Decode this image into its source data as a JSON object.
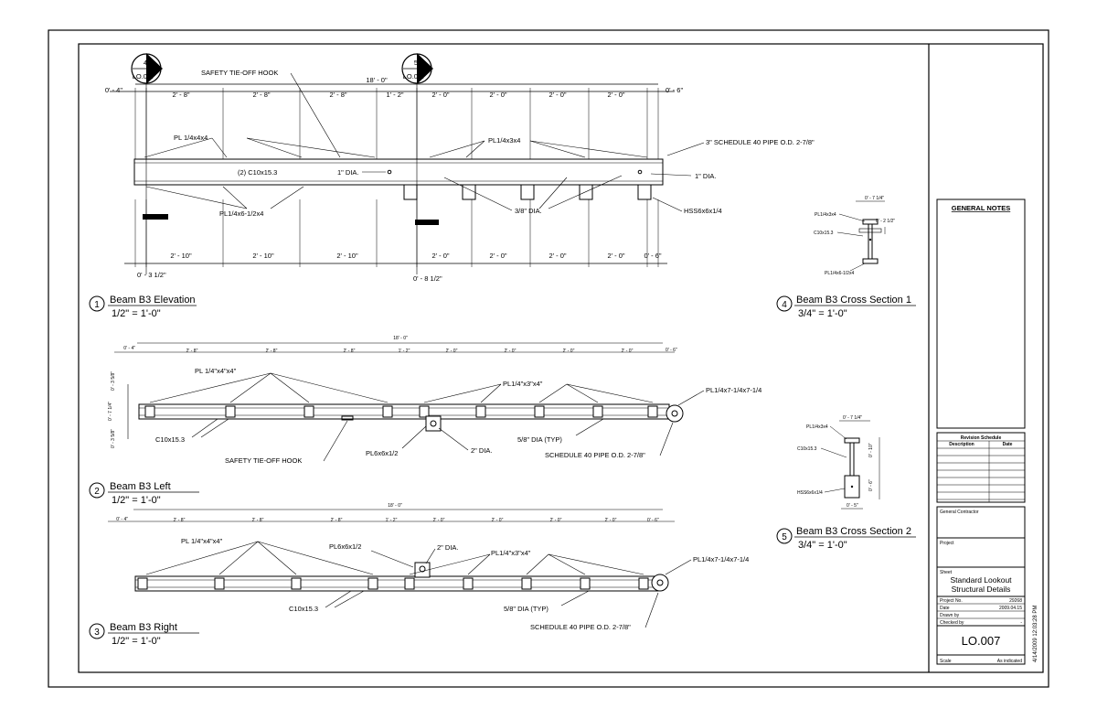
{
  "views": {
    "elevation": {
      "num": "1",
      "title": "Beam B3 Elevation",
      "scale": "1/2\" = 1'-0\""
    },
    "left": {
      "num": "2",
      "title": "Beam B3 Left",
      "scale": "1/2\" = 1'-0\""
    },
    "right": {
      "num": "3",
      "title": "Beam B3 Right",
      "scale": "1/2\" = 1'-0\""
    },
    "section1": {
      "num": "4",
      "title": "Beam B3 Cross Section 1",
      "scale": "3/4\" = 1'-0\""
    },
    "section2": {
      "num": "5",
      "title": "Beam B3 Cross Section 2",
      "scale": "3/4\" = 1'-0\""
    }
  },
  "section_markers": [
    {
      "num": "4",
      "sheet": "LO.007"
    },
    {
      "num": "5",
      "sheet": "LO.007"
    }
  ],
  "elevation": {
    "total": "18' - 0\"",
    "left_end": "0' - 4\"",
    "right_end": "0' - 6\"",
    "top_dims": [
      "2' - 8\"",
      "2' - 8\"",
      "2' - 8\"",
      "1' - 2\"",
      "2' - 0\"",
      "2' - 0\"",
      "2' - 0\"",
      "2' - 0\""
    ],
    "bottom_dims": [
      "2' - 10\"",
      "2' - 10\"",
      "2' - 10\"",
      "2' - 0\"",
      "2' - 0\"",
      "2' - 0\"",
      "2' - 0\"",
      "0' - 6\""
    ],
    "bottom_left": "0' - 3 1/2\"",
    "bottom_mid": "0' - 8 1/2\"",
    "labels": {
      "hook": "SAFETY TIE-OFF HOOK",
      "pl4x4": "PL 1/4x4x4",
      "pl3x4": "PL1/4x3x4",
      "pipe": "3\" SCHEDULE 40  PIPE O.D. 2-7/8\"",
      "channel": "(2) C10x15.3",
      "dia1": "1\" DIA.",
      "dia2": "1\" DIA.",
      "pl6": "PL1/4x6-1/2x4",
      "dia38": "3/8\" DIA.",
      "hss": "HSS6x6x1/4"
    }
  },
  "left": {
    "total": "18' - 0\"",
    "left_end": "0' - 4\"",
    "right_end": "0' - 6\"",
    "top_dims": [
      "2' - 8\"",
      "2' - 8\"",
      "2' - 8\"",
      "1' - 2\"",
      "2' - 0\"",
      "2' - 0\"",
      "2' - 0\"",
      "2' - 0\""
    ],
    "side_dims": [
      "0' - 3 5/8\"",
      "0' - 7 1/4\"",
      "0' - 3 5/8\""
    ],
    "labels": {
      "pl4x4": "PL 1/4\"x4\"x4\"",
      "pl3x4": "PL1/4\"x3\"x4\"",
      "end_pl": "PL1/4x7-1/4x7-1/4",
      "channel": "C10x15.3",
      "hook": "SAFETY TIE-OFF HOOK",
      "pl6": "PL6x6x1/2",
      "dia2": "2\" DIA.",
      "dia58": "5/8\" DIA (TYP)",
      "pipe": "SCHEDULE 40 PIPE O.D. 2-7/8\""
    }
  },
  "right": {
    "total": "18' - 0\"",
    "left_end": "0' - 4\"",
    "right_end": "0' - 6\"",
    "top_dims": [
      "2' - 8\"",
      "2' - 8\"",
      "2' - 8\"",
      "1' - 2\"",
      "2' - 0\"",
      "2' - 0\"",
      "2' - 0\"",
      "2' - 0\""
    ],
    "labels": {
      "pl4x4": "PL 1/4\"x4\"x4\"",
      "pl6": "PL6x6x1/2",
      "dia2": "2\" DIA.",
      "pl3x4": "PL1/4\"x3\"x4\"",
      "end_pl": "PL1/4x7-1/4x7-1/4",
      "channel": "C10x15.3",
      "dia58": "5/8\" DIA (TYP)",
      "pipe": "SCHEDULE 40 PIPE O.D. 2-7/8\""
    }
  },
  "section1": {
    "top": "0' - 7 1/4\"",
    "pl": "PL1/4x3x4",
    "side": "0' - 2 1/2\"",
    "channel": "C10x15.3",
    "bottom_pl": "PL1/4x6-1/2x4"
  },
  "section2": {
    "top": "0' - 7 1/4\"",
    "pl": "PL1/4x3x4",
    "channel": "C10x15.3",
    "hss": "HSS6x6x1/4",
    "v1": "0' - 10\"",
    "v2": "0' - 6\"",
    "bottom": "0' - 5\""
  },
  "titleblock": {
    "general_notes": "GENERAL NOTES",
    "revision_title": "Revision Schedule",
    "revision_cols": [
      "Description",
      "Date"
    ],
    "contractor_label": "General Contractor",
    "project_label": "Project",
    "sheet_label": "Sheet",
    "sheet_name_1": "Standard Lookout",
    "sheet_name_2": "Structural Details",
    "rows": [
      {
        "label": "Project No.",
        "value": "29268"
      },
      {
        "label": "Date",
        "value": "2009.04.15"
      },
      {
        "label": "Drawn by",
        "value": ""
      },
      {
        "label": "Checked by",
        "value": "-"
      }
    ],
    "sheet_number": "LO.007",
    "scale_label": "Scale",
    "scale_value": "As indicated",
    "timestamp": "4/14/2009 12:03:28 PM"
  }
}
